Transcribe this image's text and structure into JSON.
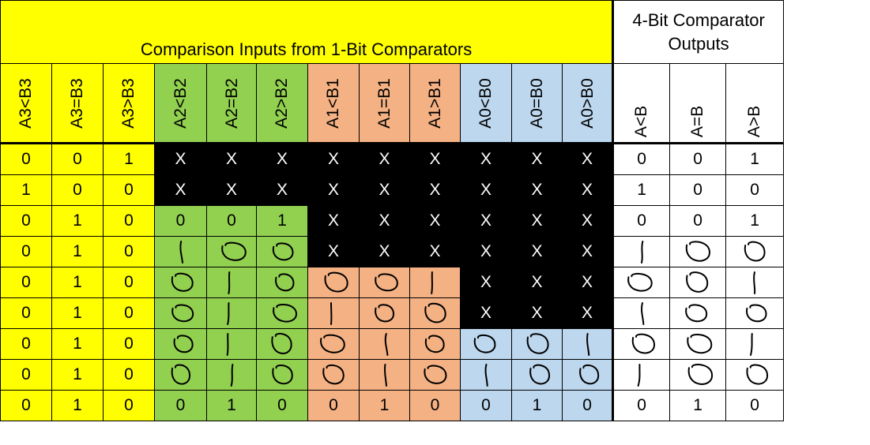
{
  "header": {
    "inputs_title": "Comparison Inputs from 1-Bit Comparators",
    "outputs_title": "4-Bit Comparator Outputs"
  },
  "columns": [
    "A3<B3",
    "A3=B3",
    "A3>B3",
    "A2<B2",
    "A2=B2",
    "A2>B2",
    "A1<B1",
    "A1=B1",
    "A1>B1",
    "A0<B0",
    "A0=B0",
    "A0>B0",
    "A<B",
    "A=B",
    "A>B"
  ],
  "column_groups": [
    "yellow",
    "yellow",
    "yellow",
    "green",
    "green",
    "green",
    "orange",
    "orange",
    "orange",
    "blue",
    "blue",
    "blue",
    "output",
    "output",
    "output"
  ],
  "colors": {
    "yellow": "#ffff00",
    "green": "#92d050",
    "orange": "#f4b183",
    "blue": "#bdd7ee",
    "black": "#000000",
    "output": "#ffffff"
  },
  "rows": [
    [
      "0",
      "0",
      "1",
      "X",
      "X",
      "X",
      "X",
      "X",
      "X",
      "X",
      "X",
      "X",
      "0",
      "0",
      "1"
    ],
    [
      "1",
      "0",
      "0",
      "X",
      "X",
      "X",
      "X",
      "X",
      "X",
      "X",
      "X",
      "X",
      "1",
      "0",
      "0"
    ],
    [
      "0",
      "1",
      "0",
      "0",
      "0",
      "1",
      "X",
      "X",
      "X",
      "X",
      "X",
      "X",
      "0",
      "0",
      "1"
    ],
    [
      "0",
      "1",
      "0",
      "1",
      "0",
      "0",
      "X",
      "X",
      "X",
      "X",
      "X",
      "X",
      "1",
      "0",
      "0"
    ],
    [
      "0",
      "1",
      "0",
      "0",
      "1",
      "0",
      "0",
      "0",
      "1",
      "X",
      "X",
      "X",
      "0",
      "0",
      "1"
    ],
    [
      "0",
      "1",
      "0",
      "0",
      "1",
      "0",
      "1",
      "0",
      "0",
      "X",
      "X",
      "X",
      "1",
      "0",
      "0"
    ],
    [
      "0",
      "1",
      "0",
      "0",
      "1",
      "0",
      "0",
      "1",
      "0",
      "0",
      "0",
      "1",
      "0",
      "0",
      "1"
    ],
    [
      "0",
      "1",
      "0",
      "0",
      "1",
      "0",
      "0",
      "1",
      "0",
      "1",
      "0",
      "0",
      "1",
      "0",
      "0"
    ],
    [
      "0",
      "1",
      "0",
      "0",
      "1",
      "0",
      "0",
      "1",
      "0",
      "0",
      "1",
      "0",
      "0",
      "1",
      "0"
    ]
  ],
  "handwritten_rows": [
    3,
    4,
    5,
    6,
    7
  ]
}
